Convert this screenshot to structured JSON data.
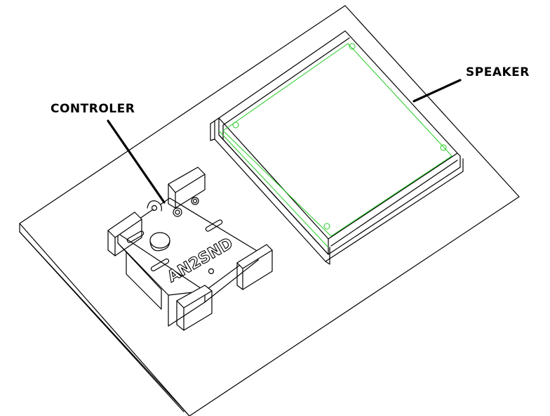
{
  "labels": {
    "controller": "CONTROLER",
    "speaker": "SPEAKER",
    "module_marking": "AN2SND"
  },
  "colors": {
    "line": "#000000",
    "speaker_edge": "#22cc22",
    "background": "#ffffff"
  }
}
